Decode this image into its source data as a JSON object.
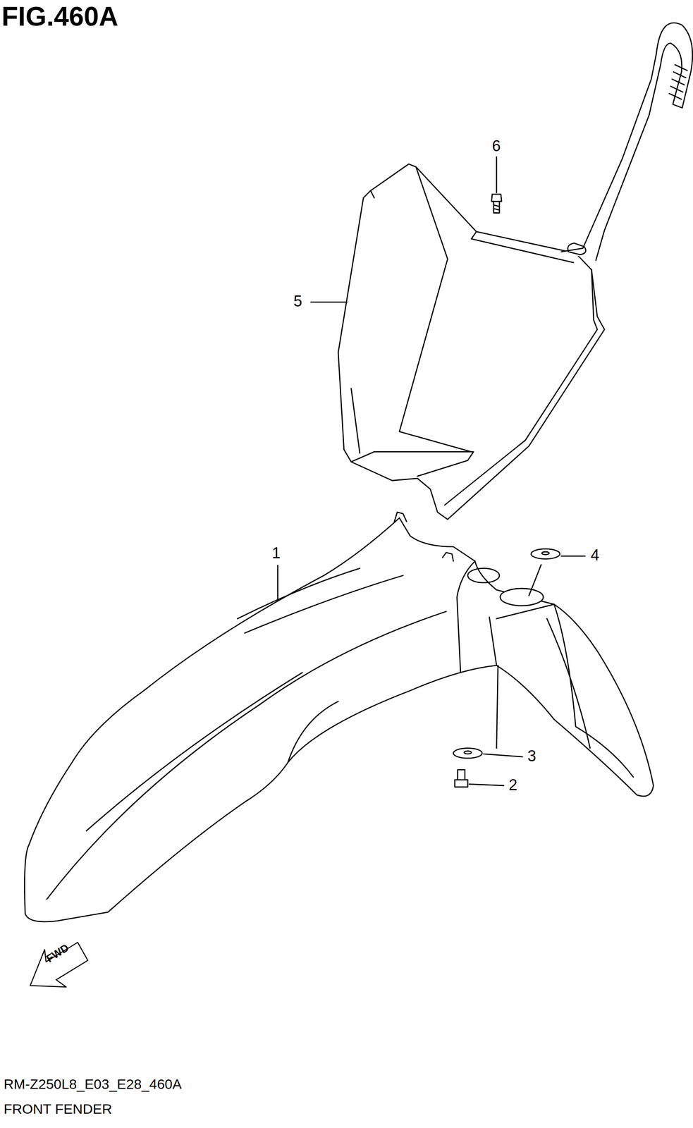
{
  "diagram": {
    "title": "FIG.460A",
    "labels": [
      "6",
      "5",
      "1",
      "4",
      "3",
      "2",
      "FWD",
      "RM-Z250L8_E03_E28_460A",
      "FRONT FENDER"
    ]
  }
}
